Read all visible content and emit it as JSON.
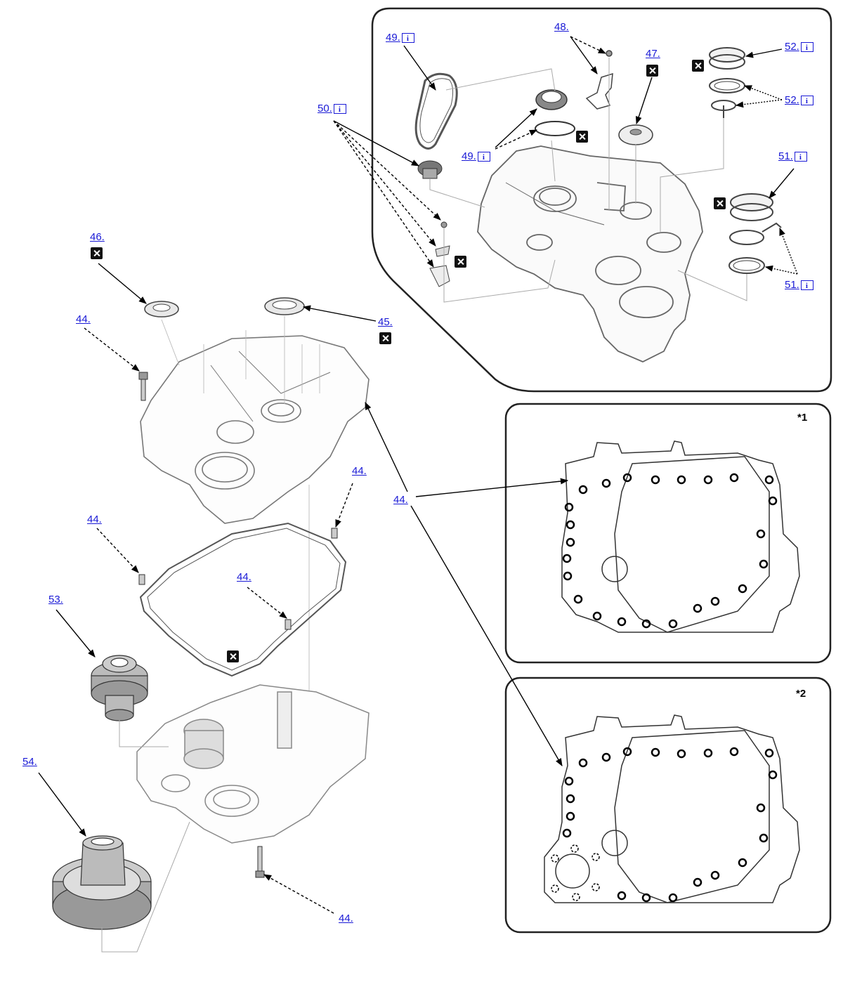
{
  "callouts": {
    "c49a": "49.",
    "c48": "48.",
    "c47": "47.",
    "c52a": "52.",
    "c52b": "52.",
    "c50": "50.",
    "c49b": "49.",
    "c51a": "51.",
    "c51b": "51.",
    "c46": "46.",
    "c45": "45.",
    "c44a": "44.",
    "c44b": "44.",
    "c44c": "44.",
    "c44d": "44.",
    "c44e": "44.",
    "c44f": "44.",
    "c53": "53.",
    "c54": "54."
  },
  "insets": {
    "inset1": "*1",
    "inset2": "*2"
  },
  "icons": {
    "book": "repair-manual-reference-icon",
    "non_reusable": "non-reusable-part-icon"
  },
  "colors": {
    "link": "#1a1ad6",
    "line": "#000000",
    "part": "#555555",
    "ghost": "#aaaaaa"
  }
}
